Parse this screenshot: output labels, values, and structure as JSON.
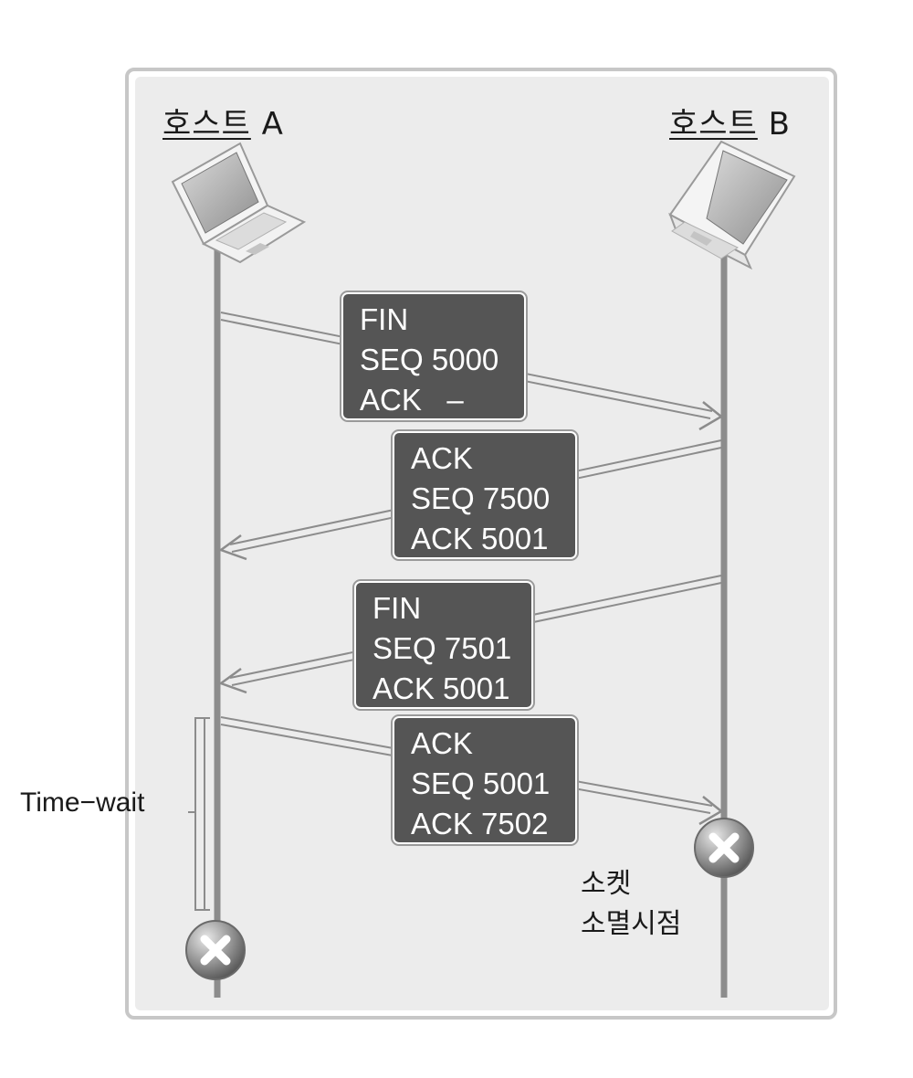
{
  "hosts": {
    "a": {
      "label": "호스트",
      "suffix": "A"
    },
    "b": {
      "label": "호스트",
      "suffix": "B"
    }
  },
  "messages": [
    {
      "line1": "FIN",
      "line2": "SEQ 5000",
      "line3": "ACK   –"
    },
    {
      "line1": "ACK",
      "line2": "SEQ 7500",
      "line3": "ACK 5001"
    },
    {
      "line1": "FIN",
      "line2": "SEQ 7501",
      "line3": "ACK 5001"
    },
    {
      "line1": "ACK",
      "line2": "SEQ 5001",
      "line3": "ACK 7502"
    }
  ],
  "time_wait_label": "Time−wait",
  "socket_close": {
    "line1": "소켓",
    "line2": "소멸시점"
  },
  "icons": {
    "host": "laptop-icon",
    "close": "close-circle-icon"
  }
}
